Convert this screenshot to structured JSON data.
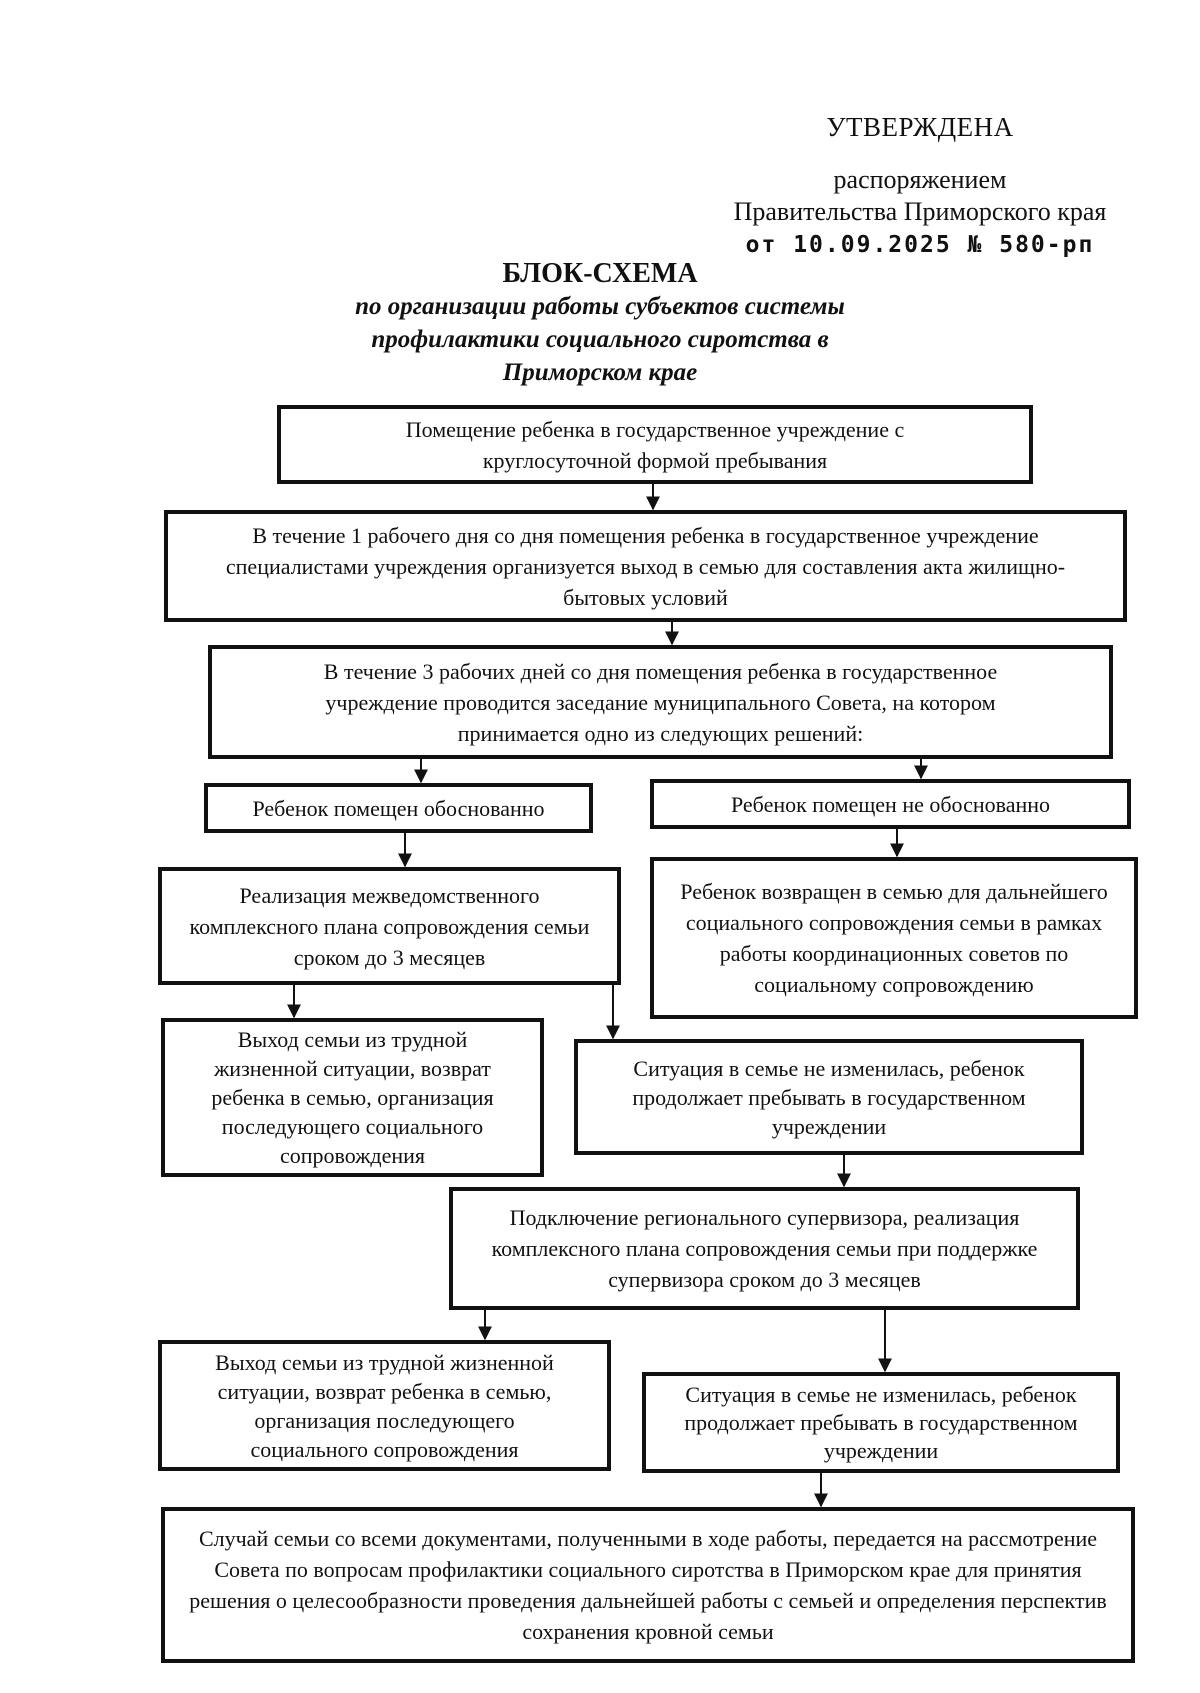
{
  "approval": {
    "title": "УТВЕРЖДЕНА",
    "line1": "распоряжением",
    "line2": "Правительства Приморского края",
    "number": "от 10.09.2025 № 580-рп"
  },
  "document": {
    "title": "БЛОК-СХЕМА",
    "subtitle": "по организации работы субъектов системы профилактики социального сиротства в Приморском крае"
  },
  "flowchart": {
    "box1": "Помещение ребенка в государственное учреждение с круглосуточной формой пребывания",
    "box2": "В течение 1 рабочего дня со дня помещения ребенка в государственное учреждение специалистами учреждения организуется выход в семью для составления акта жилищно-бытовых условий",
    "box3": "В течение 3 рабочих дней со дня помещения ребенка в государственное учреждение проводится заседание муниципального Совета, на котором принимается одно из следующих решений:",
    "box4_left": "Ребенок помещен обоснованно",
    "box4_right": "Ребенок помещен не обоснованно",
    "box5_left": "Реализация межведомственного комплексного плана сопровождения семьи сроком до 3 месяцев",
    "box5_right": "Ребенок возвращен в семью для дальнейшего социального сопровождения семьи в рамках работы координационных советов по социальному сопровождению",
    "box6_left": "Выход семьи из трудной жизненной ситуации, возврат ребенка в семью, организация последующего социального сопровождения",
    "box6_right": "Ситуация в семье не изменилась, ребенок продолжает пребывать в государственном учреждении",
    "box7": "Подключение регионального супервизора, реализация комплексного плана сопровождения семьи при поддержке супервизора сроком до 3 месяцев",
    "box8_left": "Выход семьи из трудной жизненной ситуации, возврат ребенка в семью, организация последующего социального сопровождения",
    "box8_right": "Ситуация в семье не изменилась, ребенок продолжает пребывать в государственном учреждении",
    "box9": "Случай семьи со всеми документами, полученными в ходе работы, передается на рассмотрение Совета по вопросам профилактики социального сиротства в Приморском крае для принятия решения о целесообразности проведения дальнейшей работы с семьей и определения перспектив сохранения кровной семьи"
  }
}
